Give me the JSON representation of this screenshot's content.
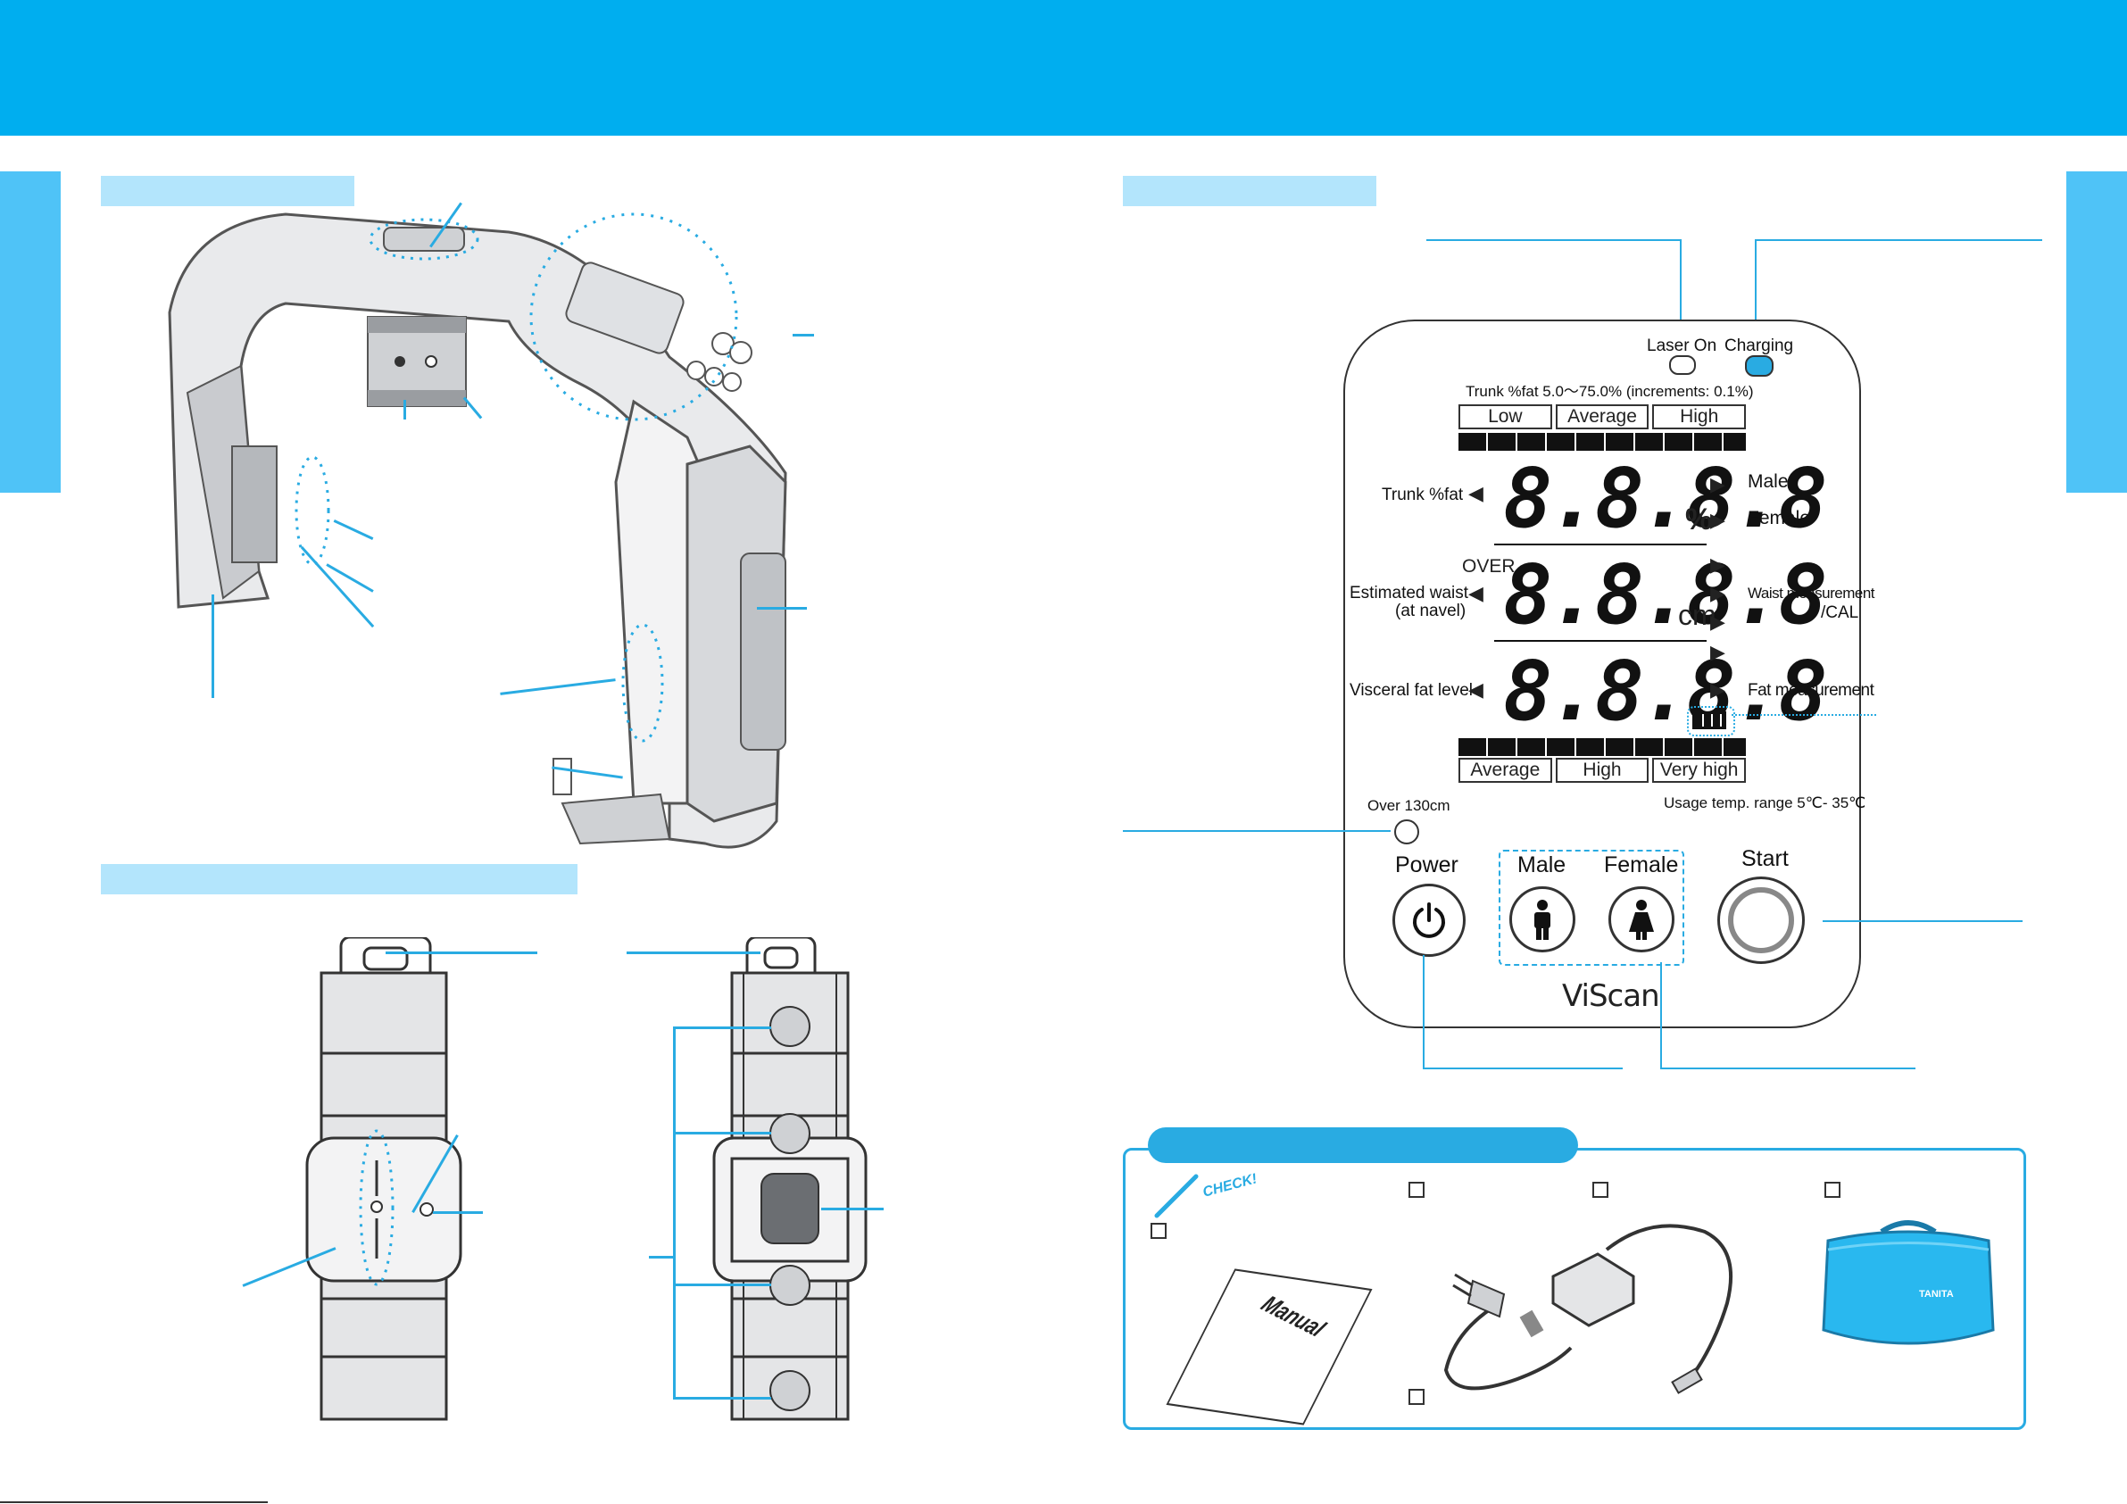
{
  "display_panel": {
    "laser_on": "Laser On",
    "charging": "Charging",
    "range_note": "Trunk %fat 5.0～75.0% (increments: 0.1%)",
    "top_scale": [
      "Low",
      "Average",
      "High"
    ],
    "bottom_scale": [
      "Average",
      "High",
      "Very high"
    ],
    "rows": [
      {
        "label": "Trunk %fat",
        "digits": "8.8.8.8",
        "unit": "%",
        "right": "Male",
        "right2": "Female"
      },
      {
        "label": "Estimated waist",
        "label2": "(at navel)",
        "over": "OVER",
        "digits": "8.8.8.8",
        "unit": "cm",
        "right": "Waist measurement",
        "right2": "/CAL"
      },
      {
        "label": "Visceral fat level",
        "digits": "8.8.8.8",
        "unit": "",
        "right": "Fat measurement"
      }
    ],
    "over_130": "Over 130cm",
    "usage_temp": "Usage temp. range 5℃- 35℃",
    "power_label": "Power",
    "male_label": "Male",
    "female_label": "Female",
    "start_label": "Start",
    "brand": "ViScan"
  },
  "accessories": {
    "check_word": "CHECK!",
    "manual_text": "Manual",
    "bag_brand": "TANITA"
  },
  "colors": {
    "header": "#00aeef",
    "accent": "#29abe2",
    "label_bar": "#b3e5fc",
    "charging_led": "#29abe2"
  }
}
